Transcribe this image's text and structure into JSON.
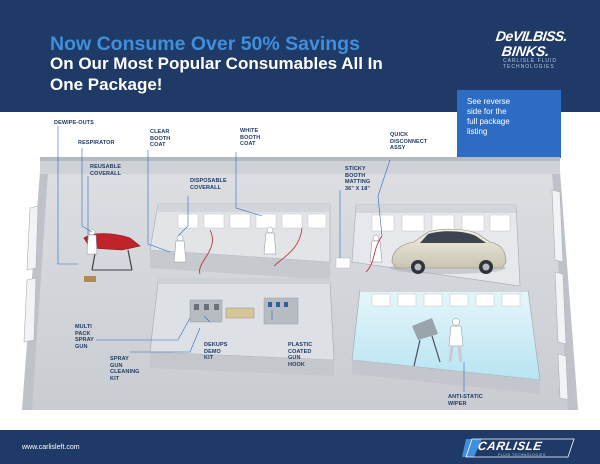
{
  "headline": {
    "line1": "Now Consume Over 50% Savings",
    "line2": "On Our Most Popular Consumables All In",
    "line3": "One Package!"
  },
  "brands": {
    "devilbiss": "DeVILBISS.",
    "binks": "BINKS.",
    "brand_subtext": "CARLISLE FLUID TECHNOLOGIES"
  },
  "callout": {
    "line1": "See reverse",
    "line2": "side for the",
    "line3": "full package",
    "line4": "listing"
  },
  "labels": {
    "dewipe_outs": "DEWIPE-OUTS",
    "respirator": "RESPIRATOR",
    "reusable_coverall": "REUSABLE\nCOVERALL",
    "clear_booth_coat": "CLEAR\nBOOTH\nCOAT",
    "white_booth_coat": "WHITE\nBOOTH\nCOAT",
    "disposable_coverall": "DISPOSABLE\nCOVERALL",
    "quick_disconnect": "QUICK\nDISCONNECT\nASSY",
    "sticky_booth_matting": "STICKY\nBOOTH\nMATTING\n36\" x 18\"",
    "multi_pack_spray_gun": "MULTI\nPACK\nSPRAY\nGUN",
    "spray_gun_cleaning_kit": "SPRAY\nGUN\nCLEANING\nKIT",
    "dekups_demo_kit": "DEKUPS\nDEMO\nKIT",
    "plastic_coated_gun_hook": "PLASTIC\nCOATED\nGUN\nHOOK",
    "anti_static_wiper": "ANTI-STATIC\nWIPER"
  },
  "footer": {
    "url": "www.carlisleft.com",
    "logo": "CARLISLE",
    "logo_sub": "FLUID TECHNOLOGIES"
  },
  "colors": {
    "navy": "#1f3a66",
    "accent_blue": "#3f8fdc",
    "callout_blue": "#2c6cc4"
  }
}
